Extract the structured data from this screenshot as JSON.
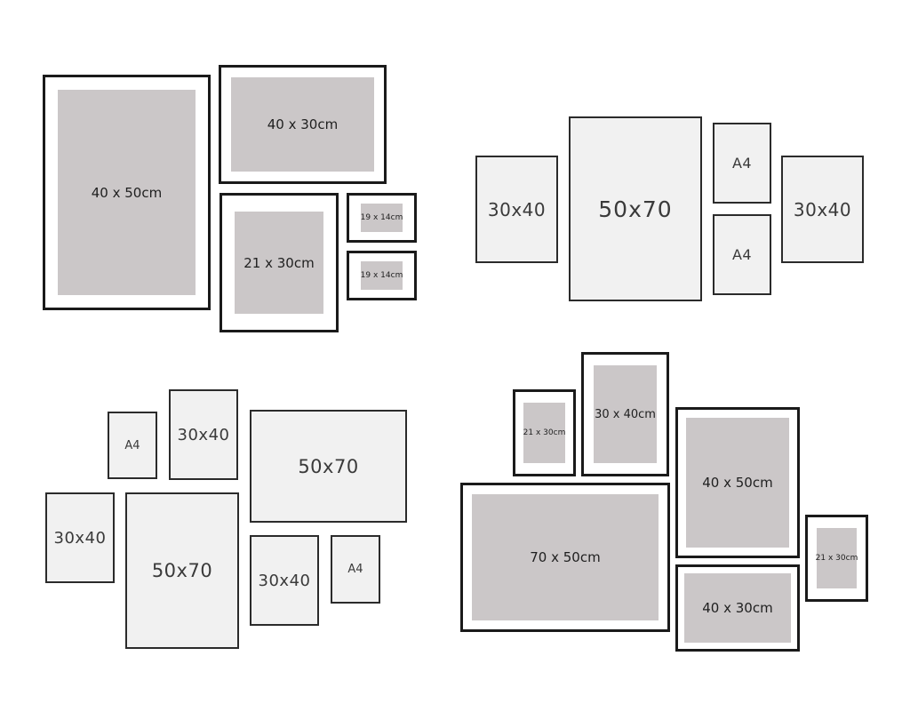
{
  "layouts": {
    "top_left": {
      "f1": "40 x 50cm",
      "f2": "40 x 30cm",
      "f3": "21 x 30cm",
      "f4": "19 x 14cm",
      "f5": "19 x 14cm"
    },
    "top_right": {
      "f1": "30x40",
      "f2": "50x70",
      "f3": "A4",
      "f4": "A4",
      "f5": "30x40"
    },
    "bottom_left": {
      "f1": "A4",
      "f2": "30x40",
      "f3": "50x70",
      "f4": "30x40",
      "f5": "50x70",
      "f6": "30x40",
      "f7": "A4"
    },
    "bottom_right": {
      "f1": "21 x 30cm",
      "f2": "30 x 40cm",
      "f3": "40 x 50cm",
      "f4": "70 x 50cm",
      "f5": "21 x 30cm",
      "f6": "40 x 30cm"
    }
  }
}
